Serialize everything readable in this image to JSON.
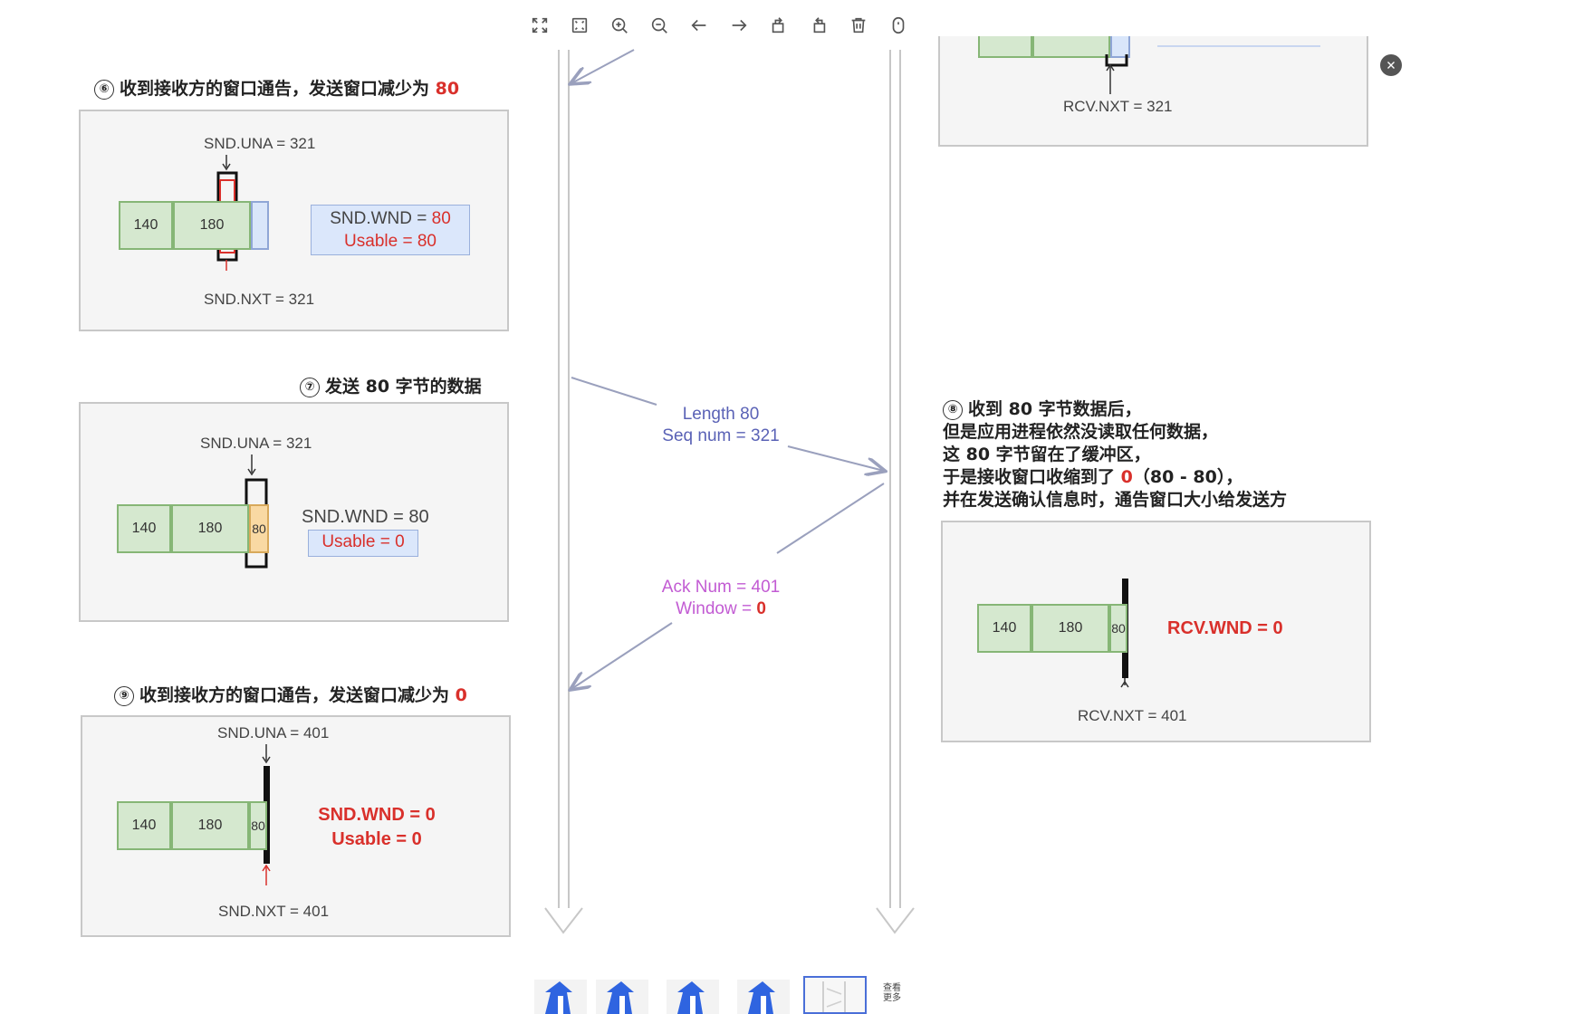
{
  "toolbar": {
    "buttons": [
      "fullscreen-icon",
      "fit-screen-icon",
      "zoom-in-icon",
      "zoom-out-icon",
      "arrow-left-icon",
      "arrow-right-icon",
      "rotate-left-icon",
      "rotate-right-icon",
      "delete-icon",
      "info-icon"
    ]
  },
  "close_button": "close-icon",
  "step6": {
    "num": "⑥",
    "title": "收到接收方的窗口通告，发送窗口减少为 ",
    "value": "80",
    "una": "SND.UNA = 321",
    "nxt": "SND.NXT = 321",
    "cells": [
      "140",
      "180"
    ],
    "wnd_label": "SND.WND = ",
    "wnd_value": "80",
    "usable": "Usable = 80"
  },
  "step7": {
    "num": "⑦",
    "title": "发送 80 字节的数据",
    "una": "SND.UNA = 321",
    "cells": [
      "140",
      "180",
      "80"
    ],
    "wnd": "SND.WND = 80",
    "usable": "Usable = 0"
  },
  "step9": {
    "num": "⑨",
    "title": "收到接收方的窗口通告，发送窗口减少为 ",
    "value": "0",
    "una": "SND.UNA = 401",
    "nxt": "SND.NXT = 401",
    "cells": [
      "140",
      "180",
      "80"
    ],
    "wnd": "SND.WND = 0",
    "usable": "Usable = 0"
  },
  "receiver_top": {
    "nxt": "RCV.NXT = 321"
  },
  "step8": {
    "num": "⑧",
    "lines": [
      "收到 80 字节数据后，",
      "但是应用进程依然没读取任何数据，",
      "这 80 字节留在了缓冲区，"
    ],
    "line4_prefix": "于是接收窗口收缩到了 ",
    "line4_value": "0",
    "line4_suffix": "（80 - 80），",
    "line5": "并在发送确认信息时，通告窗口大小给发送方",
    "cells": [
      "140",
      "180",
      "80"
    ],
    "wnd": "RCV.WND = 0",
    "nxt": "RCV.NXT = 401"
  },
  "msg_data": {
    "line1": "Length 80",
    "line2": "Seq num = 321"
  },
  "msg_ack": {
    "line1": "Ack Num = 401",
    "line2_label": "Window = ",
    "line2_value": "0"
  },
  "thumbnails": {
    "count": 5,
    "active": 4,
    "more_label": "查看更多"
  },
  "colors": {
    "cell_green": "#d5e8cf",
    "cell_peach": "#f9d9a3",
    "window_blue": "#dbe7fb",
    "highlight_red": "#d9302b",
    "msg_blue": "#5a62b6",
    "msg_pink": "#c25bd3",
    "thumb_blue": "#2f64e0"
  }
}
